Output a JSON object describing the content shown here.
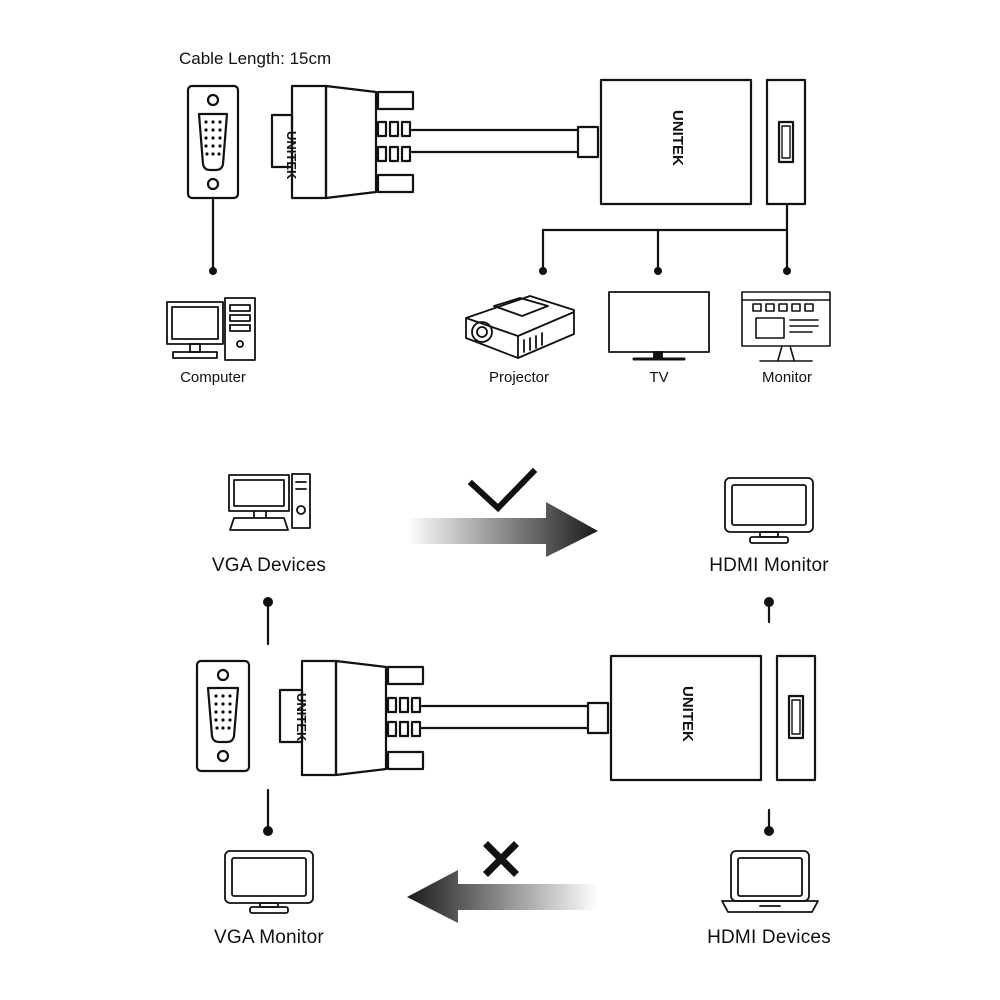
{
  "top": {
    "cable_length": "Cable Length: 15cm",
    "brand": "UNITEK",
    "computer_label": "Computer",
    "projector_label": "Projector",
    "tv_label": "TV",
    "monitor_label": "Monitor"
  },
  "bottom": {
    "vga_devices_label": "VGA Devices",
    "hdmi_monitor_label": "HDMI Monitor",
    "vga_monitor_label": "VGA Monitor",
    "hdmi_devices_label": "HDMI Devices",
    "supported_icon": "check-icon",
    "unsupported_icon": "cross-icon",
    "brand": "UNITEK"
  },
  "colors": {
    "line": "#111111",
    "background": "#ffffff"
  }
}
